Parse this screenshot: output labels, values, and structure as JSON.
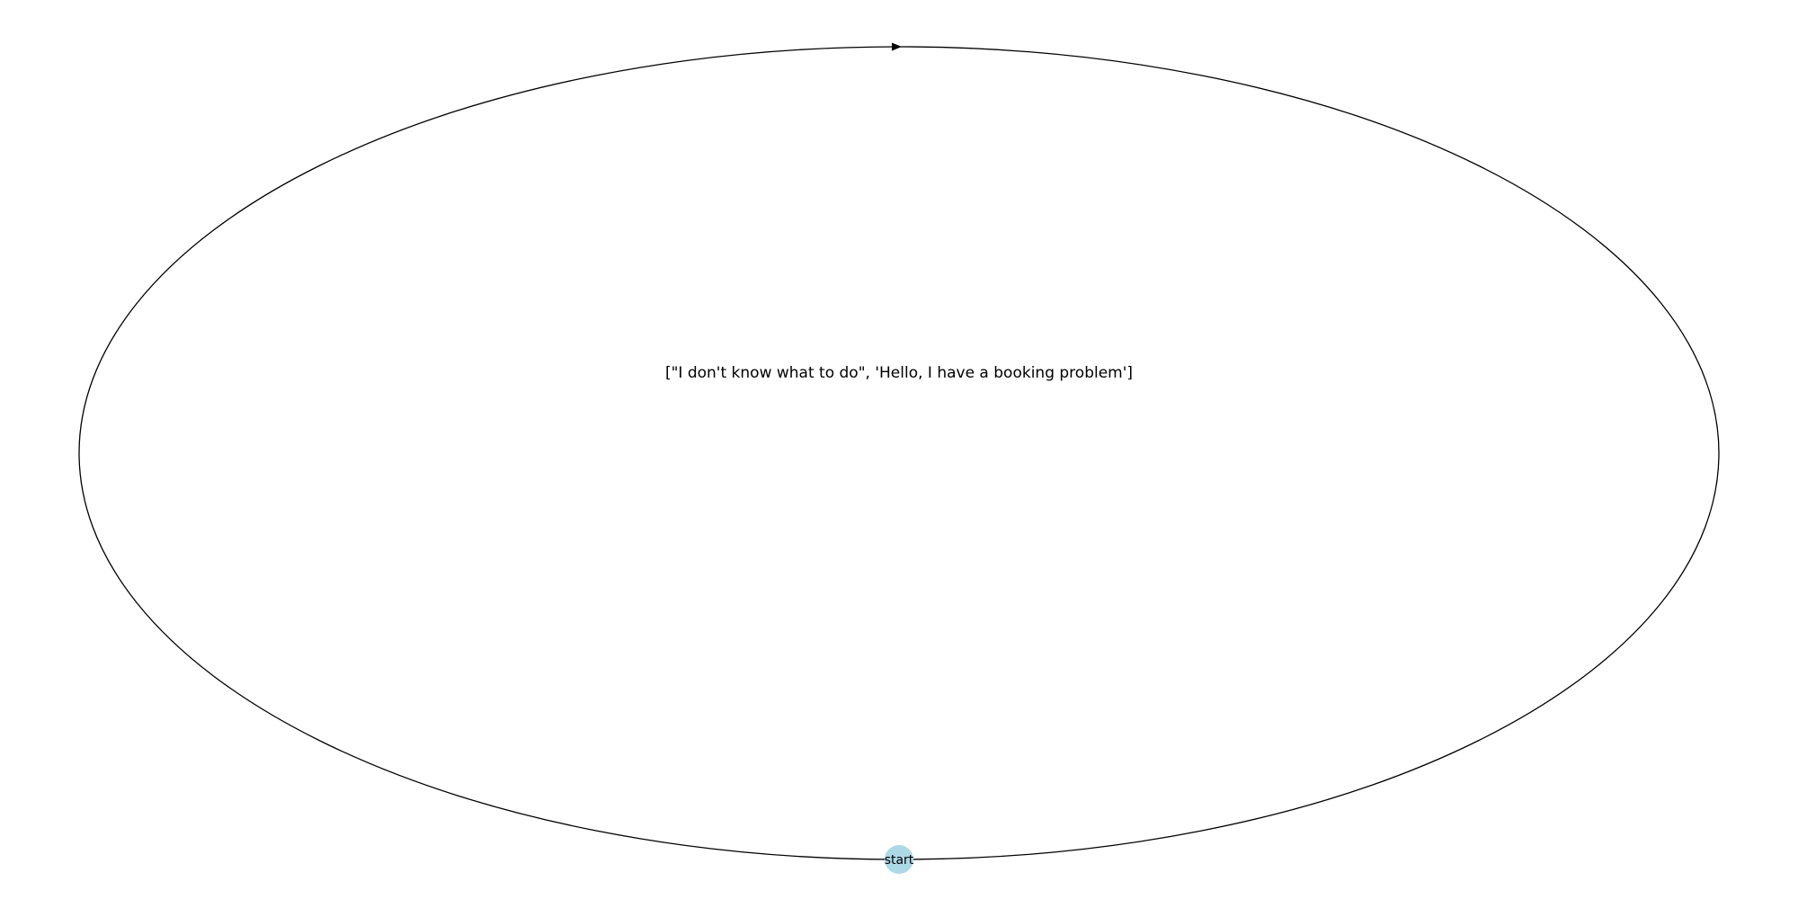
{
  "graph": {
    "nodes": [
      {
        "id": "start",
        "label": "start",
        "color": "#add8e6"
      }
    ],
    "edges": [
      {
        "source": "start",
        "target": "start",
        "label": "[\"I don't know what to do\", 'Hello, I have a booking problem']",
        "color": "#000000"
      }
    ]
  },
  "colors": {
    "background": "#ffffff",
    "edge": "#000000",
    "node_fill": "#add8e6"
  }
}
